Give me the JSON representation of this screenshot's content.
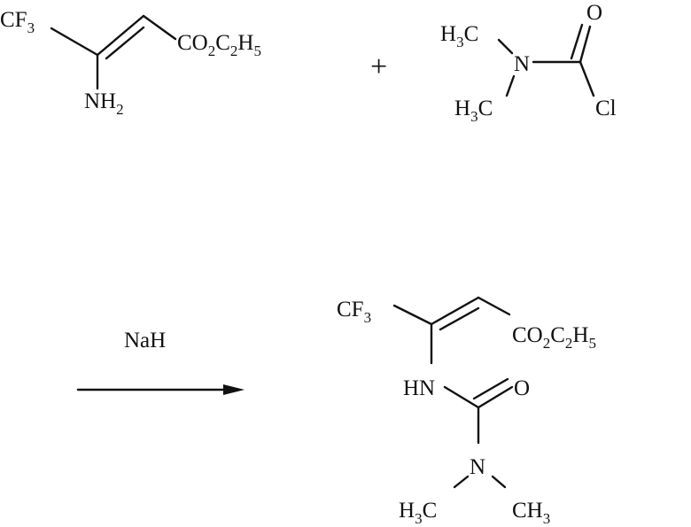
{
  "reactant1": {
    "cf3": [
      [
        "CF",
        ""
      ],
      [
        "3",
        "sub"
      ]
    ],
    "ester": [
      [
        "CO",
        ""
      ],
      [
        "2",
        "sub"
      ],
      [
        "C",
        ""
      ],
      [
        "2",
        "sub"
      ],
      [
        "H",
        ""
      ],
      [
        "5",
        "sub"
      ]
    ],
    "amine": [
      [
        "NH",
        ""
      ],
      [
        "2",
        "sub"
      ]
    ]
  },
  "plus": "+",
  "reactant2": {
    "methyl_top": [
      [
        "H",
        ""
      ],
      [
        "3",
        "sub"
      ],
      [
        "C",
        ""
      ]
    ],
    "nitrogen": [
      [
        "N",
        ""
      ]
    ],
    "oxygen": [
      [
        "O",
        ""
      ]
    ],
    "chlorine": [
      [
        "Cl",
        ""
      ]
    ],
    "methyl_bottom": [
      [
        "H",
        ""
      ],
      [
        "3",
        "sub"
      ],
      [
        "C",
        ""
      ]
    ]
  },
  "reagent": "NaH",
  "product": {
    "cf3": [
      [
        "CF",
        ""
      ],
      [
        "3",
        "sub"
      ]
    ],
    "ester": [
      [
        "CO",
        ""
      ],
      [
        "2",
        "sub"
      ],
      [
        "C",
        ""
      ],
      [
        "2",
        "sub"
      ],
      [
        "H",
        ""
      ],
      [
        "5",
        "sub"
      ]
    ],
    "nh": [
      [
        "HN",
        ""
      ]
    ],
    "oxygen": [
      [
        "O",
        ""
      ]
    ],
    "nitrogen": [
      [
        "N",
        ""
      ]
    ],
    "methyl_left": [
      [
        "H",
        ""
      ],
      [
        "3",
        "sub"
      ],
      [
        "C",
        ""
      ]
    ],
    "methyl_right": [
      [
        "CH",
        ""
      ],
      [
        "3",
        "sub"
      ]
    ]
  }
}
